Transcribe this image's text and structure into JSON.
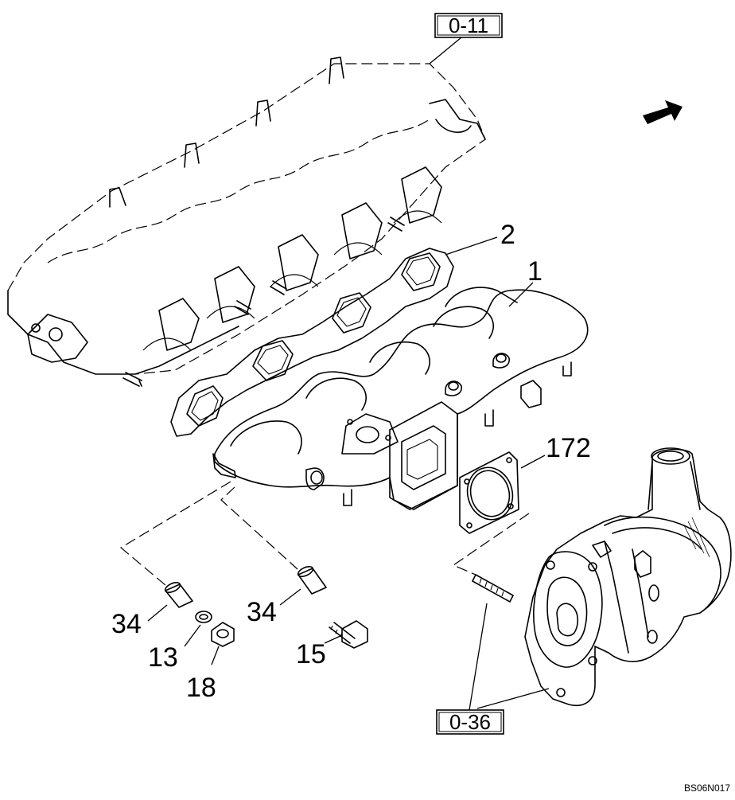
{
  "references": {
    "cylinder_head": "0-11",
    "turbocharger": "0-36"
  },
  "parts": {
    "exhaust_manifold": "1",
    "manifold_gasket": "2",
    "turbo_gasket": "172",
    "dowel_pin_left": "34",
    "dowel_pin_right": "34",
    "washer": "13",
    "bolt": "15",
    "nut": "18"
  },
  "diagram_code": "BS06N017",
  "icons": {
    "direction_arrow": "front-arrow-icon"
  }
}
